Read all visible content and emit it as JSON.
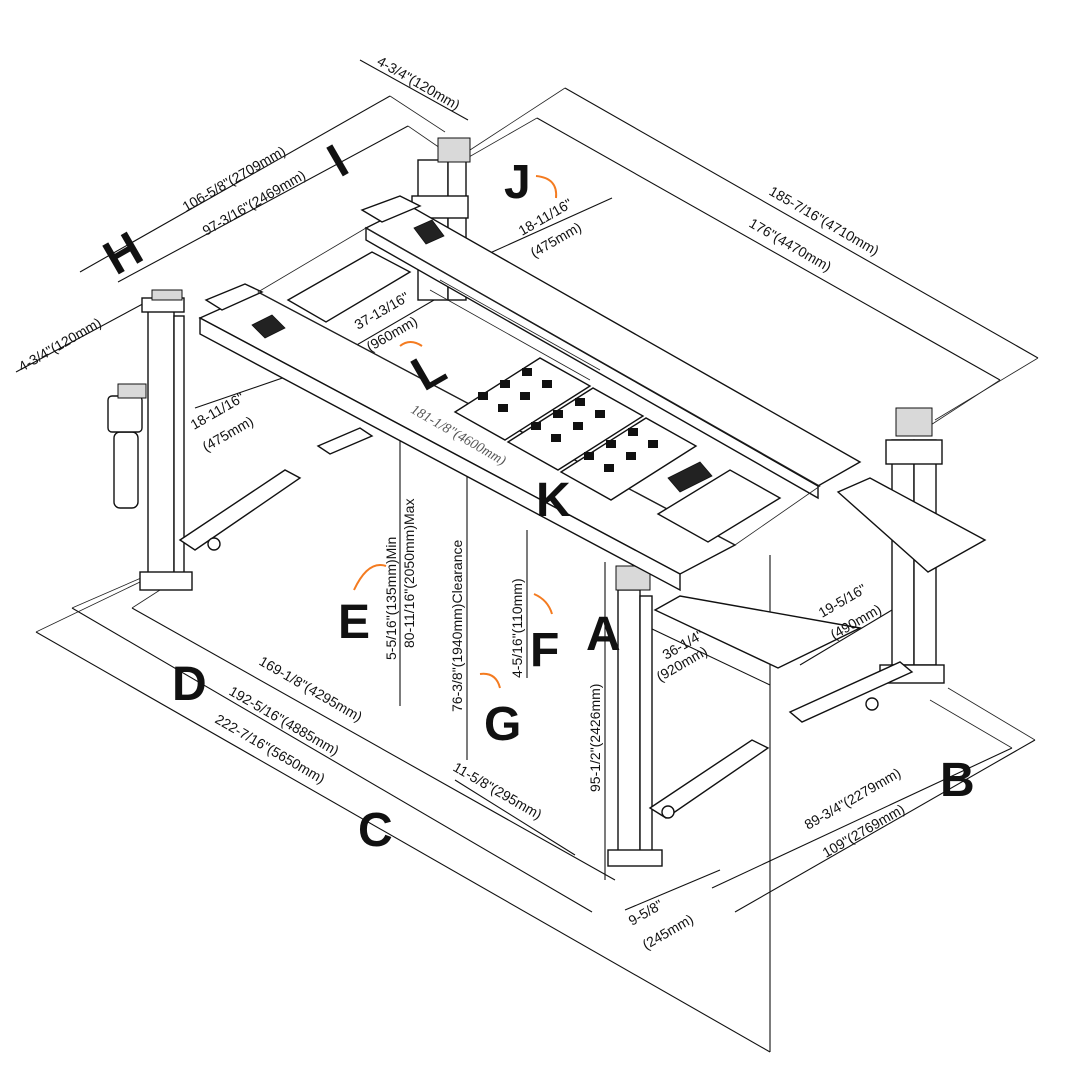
{
  "letter_color": "#F47B20",
  "letters": {
    "A": "A",
    "B": "B",
    "C": "C",
    "D": "D",
    "E": "E",
    "F": "F",
    "G": "G",
    "H": "H",
    "I": "I",
    "J": "J",
    "K": "K",
    "L": "L"
  },
  "dims": {
    "top_post_width": "4-3/4\"(120mm)",
    "left_post_width": "4-3/4\"(120mm)",
    "overall_width_outer": "106-5/8\"(2709mm)",
    "overall_width_inner": "97-3/16\"(2469mm)",
    "overall_length_outer": "185-7/16\"(4710mm)",
    "overall_length_inner": "176\"(4470mm)",
    "runway_width_top_in": "18-11/16\"",
    "runway_width_top_mm": "(475mm)",
    "runway_gap_in": "37-13/16\"",
    "runway_gap_mm": "(960mm)",
    "runway_width_left_in": "18-11/16\"",
    "runway_width_left_mm": "(475mm)",
    "runway_length": "181-1/8\"(4600mm)",
    "min_height": "5-5/16\"(135mm)Min",
    "max_height": "80-11/16\"(2050mm)Max",
    "clearance": "76-3/8\"(1940mm)Clearance",
    "ramp_height": "4-5/16\"(110mm)",
    "post_height": "95-1/2\"(2426mm)",
    "ramp_width_in": "19-5/16\"",
    "ramp_width_mm": "(490mm)",
    "ramp_length_in": "36-1/4\"",
    "ramp_length_mm": "(920mm)",
    "d_169": "169-1/8\"(4295mm)",
    "d_192": "192-5/16\"(4885mm)",
    "d_222": "222-7/16\"(5650mm)",
    "foot_offset": "11-5/8\"(295mm)",
    "base_inner": "89-3/4\"(2279mm)",
    "base_outer": "109\"(2769mm)",
    "foot_depth_in": "9-5/8\"",
    "foot_depth_mm": "(245mm)"
  }
}
